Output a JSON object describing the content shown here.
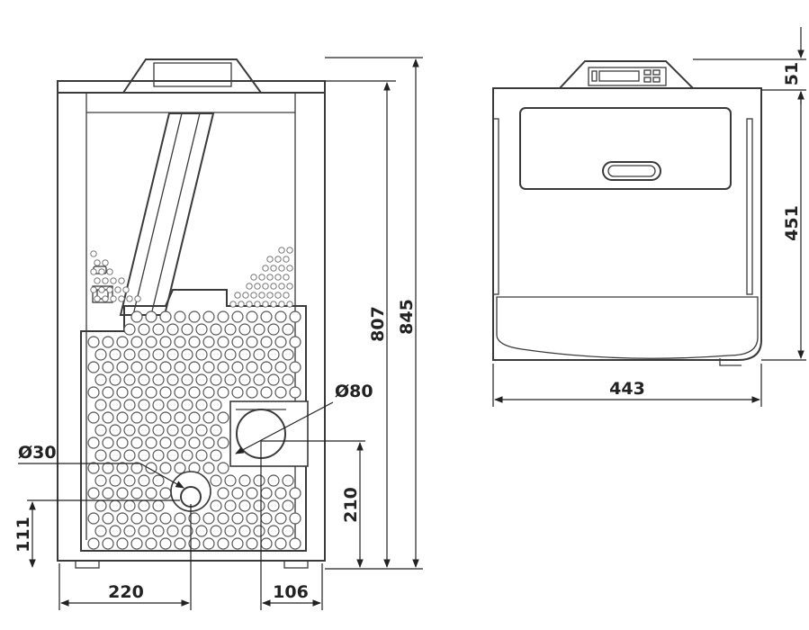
{
  "dimensions": {
    "front": {
      "height_total": "845",
      "height_body": "807",
      "pipe_large_diameter": "Ø80",
      "pipe_small_diameter": "Ø30",
      "pipe_large_height": "210",
      "pipe_small_height": "111",
      "width_to_small_pipe": "220",
      "width_large_pipe_offset": "106"
    },
    "top": {
      "depth_panel": "51",
      "depth_body": "451",
      "width": "443"
    }
  },
  "colors": {
    "line": "#3a3a3a",
    "background": "#ffffff"
  }
}
